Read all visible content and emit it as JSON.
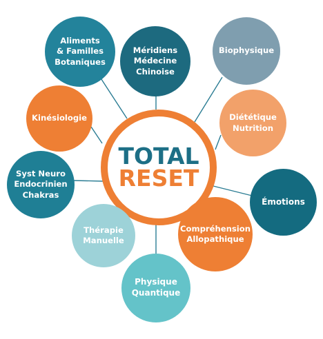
{
  "center": {
    "line1": "TOTAL",
    "line2": "RESET"
  },
  "nodes": [
    {
      "id": "aliments",
      "label": "Aliments\n& Familles\nBotaniques"
    },
    {
      "id": "meridiens",
      "label": "Méridiens\nMédecine\nChinoise"
    },
    {
      "id": "biophysique",
      "label": "Biophysique"
    },
    {
      "id": "kinesio",
      "label": "Kinésiologie"
    },
    {
      "id": "dietetique",
      "label": "Diététique\nNutrition"
    },
    {
      "id": "systneuro",
      "label": "Syst Neuro\nEndocrinien\nChakras"
    },
    {
      "id": "emotions",
      "label": "Émotions"
    },
    {
      "id": "therapie",
      "label": "Thérapie\nManuelle"
    },
    {
      "id": "comprehen",
      "label": "Compréhension\nAllopathique"
    },
    {
      "id": "quantique",
      "label": "Physique\nQuantique"
    }
  ],
  "colors": {
    "center_ring": "#ee7f34",
    "center_text_top": "#1d6f86",
    "center_text_bottom": "#ee7f34",
    "connector": "#2a7c93"
  }
}
